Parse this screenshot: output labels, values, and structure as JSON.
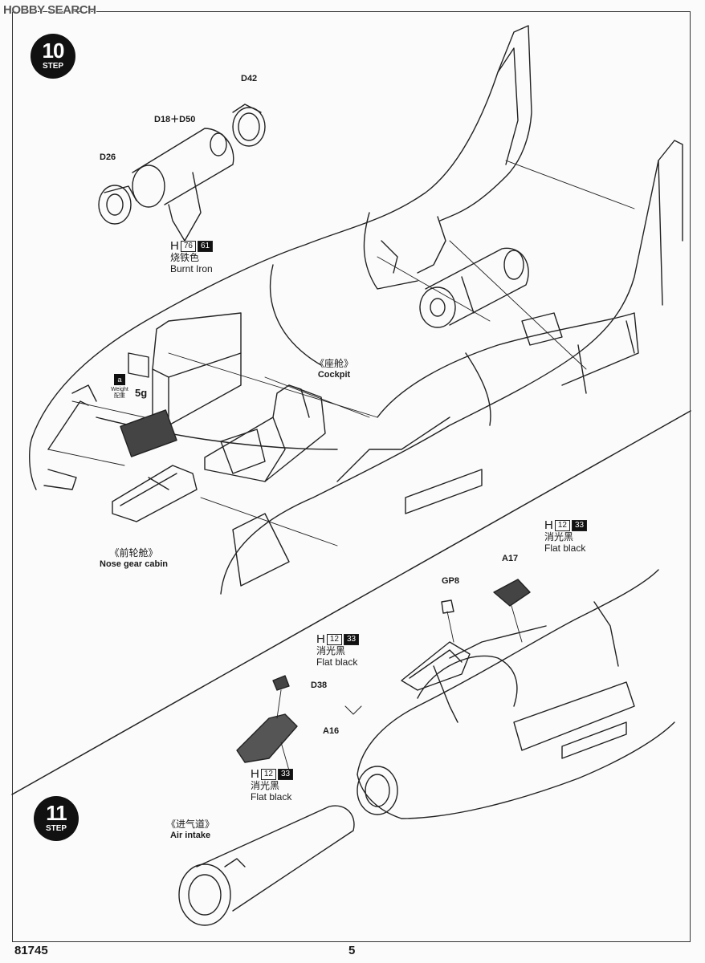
{
  "watermark": "HOBBY SEARCH",
  "steps": [
    {
      "number": "10",
      "label": "STEP"
    },
    {
      "number": "11",
      "label": "STEP"
    }
  ],
  "parts": {
    "d42": "D42",
    "d18_d50": "D18＋D50",
    "d26": "D26",
    "gp8": "GP8",
    "a17": "A17",
    "d38": "D38",
    "a16": "A16"
  },
  "paint_burnt_iron": {
    "code": "H",
    "n1": "76",
    "n2": "61",
    "cn": "烧铁色",
    "en": "Burnt Iron"
  },
  "paint_flat_black": {
    "code": "H",
    "n1": "12",
    "n2": "33",
    "cn": "消光黑",
    "en": "Flat black"
  },
  "weight": {
    "icon": "a",
    "label1": "Weight",
    "label2": "配重",
    "amount": "5g"
  },
  "cockpit": {
    "cn": "《座舱》",
    "en": "Cockpit"
  },
  "nose_gear": {
    "cn": "《前轮舱》",
    "en": "Nose  gear cabin"
  },
  "air_intake": {
    "cn": "《进气道》",
    "en": "Air intake"
  },
  "footer": {
    "product_no": "81745",
    "page": "5"
  }
}
